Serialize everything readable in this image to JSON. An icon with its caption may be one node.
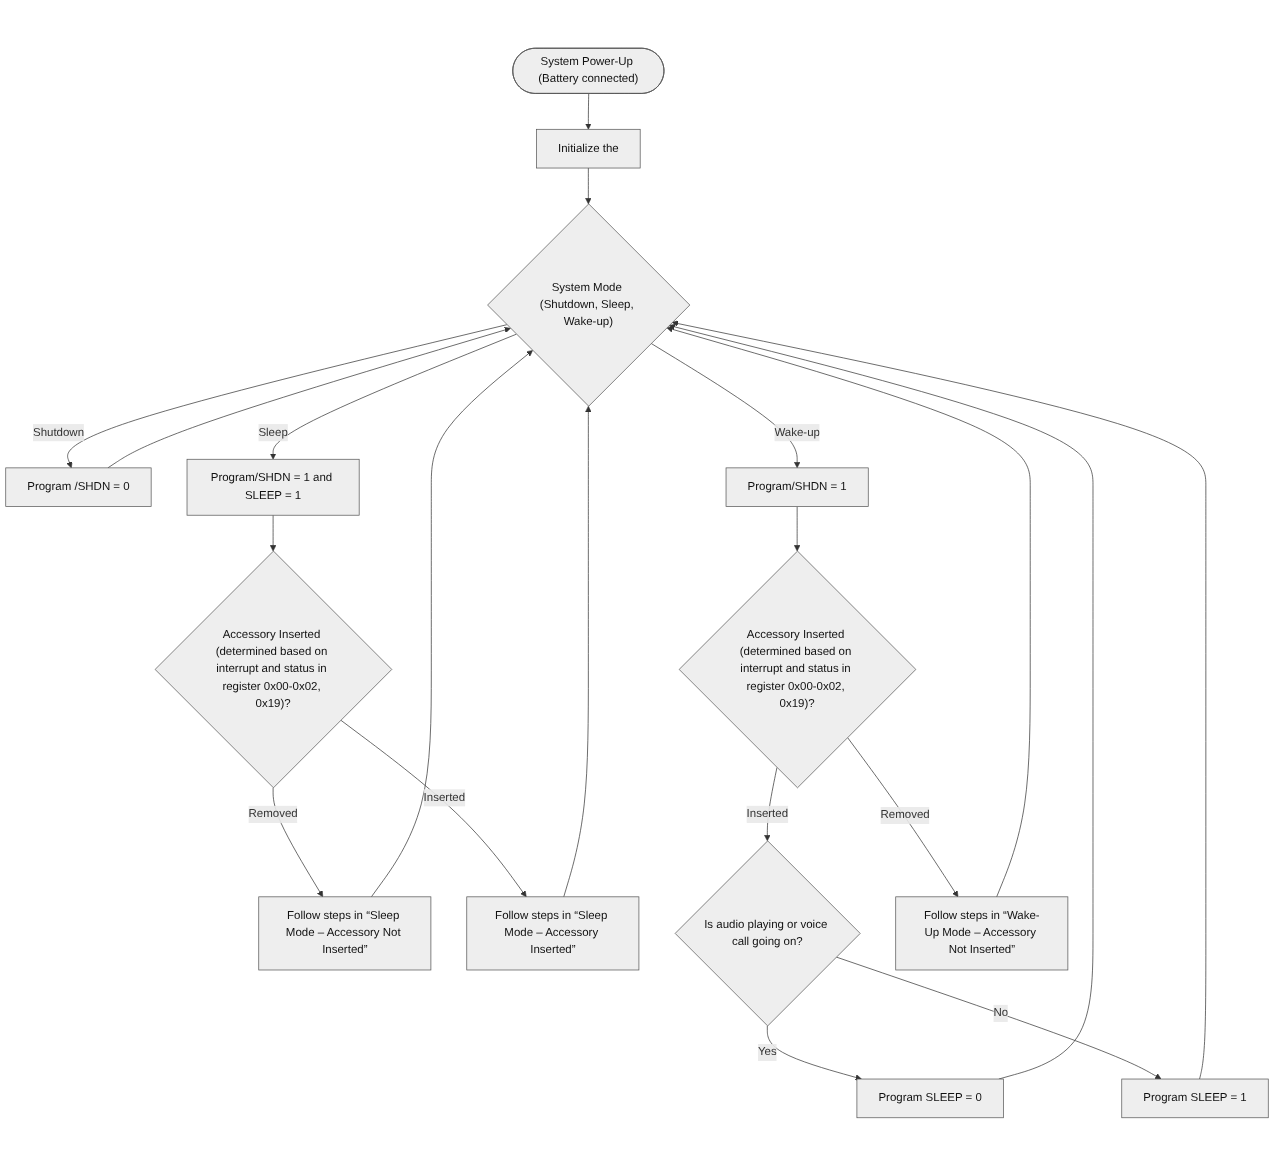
{
  "diagram": {
    "nodes": [
      {
        "text": [
          "System Power-Up (Battery connected)"
        ]
      },
      {
        "text": [
          "Initialize the"
        ]
      },
      {
        "text": [
          "System Mode (Shutdown, Sleep, Wake-up)"
        ]
      },
      {
        "text": [
          "Program /SHDN = 0"
        ]
      },
      {
        "text": [
          "Program/SHDN = 1 and SLEEP = 1"
        ]
      },
      {
        "text": [
          "Program/SHDN = 1"
        ]
      },
      {
        "text": [
          "Accessory Inserted (determined based on interrupt and status in register 0x00-0x02, 0x19)?"
        ]
      },
      {
        "text": [
          "Accessory Inserted (determined based on interrupt and status in register 0x00-0x02, 0x19)?"
        ]
      },
      {
        "text": [
          "Follow steps in “Sleep Mode – Accessory Not Inserted”"
        ]
      },
      {
        "text": [
          "Follow steps in “Sleep Mode – Accessory Inserted”"
        ]
      },
      {
        "text": [
          "Is audio playing or voice call going on?"
        ]
      },
      {
        "text": [
          "Follow steps in “Wake-Up Mode – Accessory Not Inserted”"
        ]
      },
      {
        "text": [
          "Program SLEEP = 0"
        ]
      },
      {
        "text": [
          "Program SLEEP = 1"
        ]
      }
    ],
    "edges": [
      {
        "from": 0,
        "to": 1,
        "arrow": "to"
      },
      {
        "from": 1,
        "to": 2,
        "arrow": "to"
      },
      {
        "from": 2,
        "to": 3,
        "label": "Shutdown",
        "arrow": "to"
      },
      {
        "from": 2,
        "to": 4,
        "label": "Sleep",
        "arrow": "to"
      },
      {
        "from": 2,
        "to": 5,
        "label": "Wake-up",
        "arrow": "to"
      },
      {
        "from": 4,
        "to": 6,
        "arrow": "to"
      },
      {
        "from": 5,
        "to": 7,
        "arrow": "to"
      },
      {
        "from": 6,
        "to": 8,
        "label": "Removed",
        "arrow": "to"
      },
      {
        "from": 6,
        "to": 9,
        "label": "Inserted",
        "arrow": "to"
      },
      {
        "from": 7,
        "to": 11,
        "label": "Removed",
        "arrow": "to"
      },
      {
        "from": 7,
        "to": 10,
        "label": "Inserted",
        "arrow": "to"
      },
      {
        "from": 10,
        "to": 12,
        "label": "Yes",
        "arrow": "to"
      },
      {
        "from": 10,
        "to": 13,
        "label": "No",
        "arrow": "to"
      },
      {
        "from": 3,
        "to": 2,
        "arrow": "to"
      },
      {
        "from": 8,
        "to": 2,
        "arrow": "to"
      },
      {
        "from": 9,
        "to": 2,
        "arrow": "to"
      },
      {
        "from": 11,
        "to": 2,
        "arrow": "to"
      },
      {
        "from": 12,
        "to": 2,
        "arrow": "to"
      },
      {
        "from": 13,
        "to": 2,
        "arrow": "to"
      }
    ]
  }
}
